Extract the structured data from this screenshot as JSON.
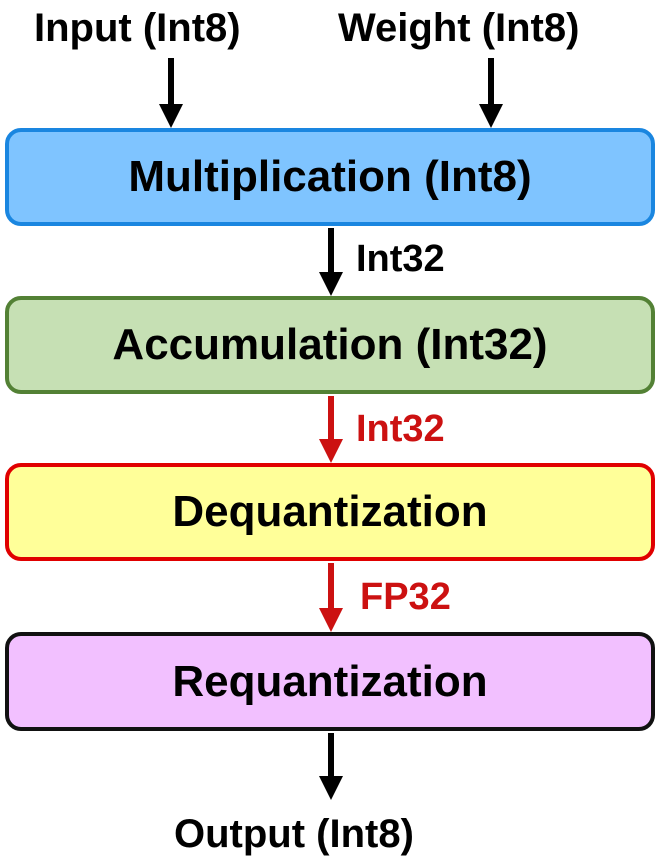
{
  "inputs": {
    "input_label": "Input (Int8)",
    "weight_label": "Weight (Int8)"
  },
  "stages": [
    {
      "label": "Multiplication (Int8)",
      "fill": "#7fc4ff",
      "border": "#1a86e0"
    },
    {
      "label": "Accumulation (Int32)",
      "fill": "#c6e0b4",
      "border": "#538135"
    },
    {
      "label": "Dequantization",
      "fill": "#ffff99",
      "border": "#e00000"
    },
    {
      "label": "Requantization",
      "fill": "#f2c0ff",
      "border": "#111111"
    }
  ],
  "edges": [
    {
      "label": "Int32",
      "color": "#000000"
    },
    {
      "label": "Int32",
      "color": "#cc1111"
    },
    {
      "label": "FP32",
      "color": "#cc1111"
    }
  ],
  "output": {
    "label": "Output (Int8)"
  }
}
